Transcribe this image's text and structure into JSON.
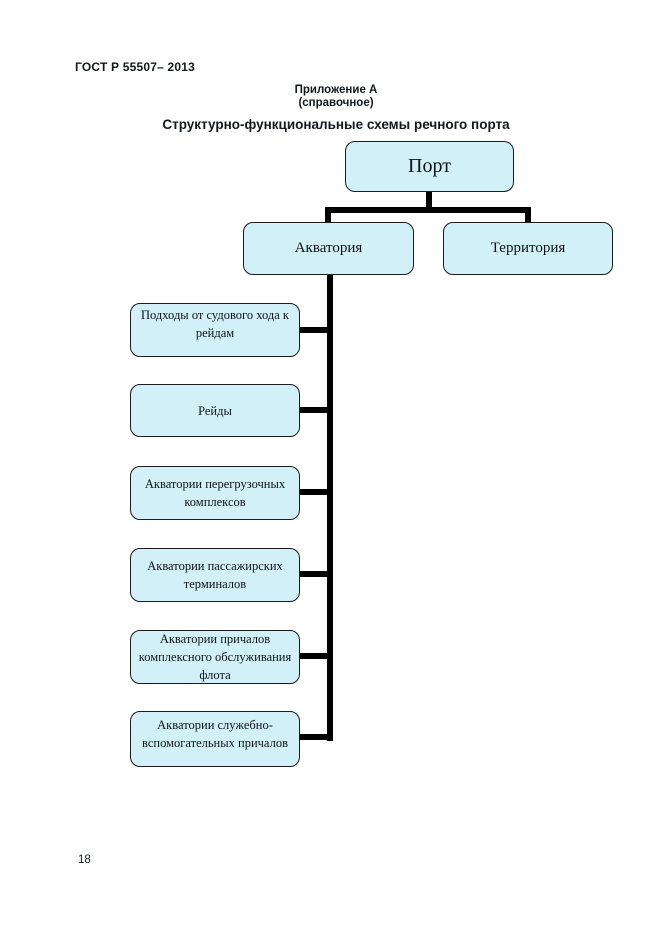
{
  "page": {
    "header": "ГОСТ Р 55507– 2013",
    "page_number": "18"
  },
  "appendix": {
    "line1": "Приложение А",
    "line2": "(справочное)",
    "title": "Структурно-функциональные схемы речного порта"
  },
  "diagram": {
    "root": {
      "label": "Порт"
    },
    "level2": [
      {
        "label": "Акватория"
      },
      {
        "label": "Территория"
      }
    ],
    "aquatoria_children": [
      {
        "label": "Подходы от судового хода к рейдам"
      },
      {
        "label": "Рейды"
      },
      {
        "label": "Акватории перегрузочных комплексов"
      },
      {
        "label": "Акватории пассажирских терминалов"
      },
      {
        "label": "Акватории причалов комплексного обслуживания флота"
      },
      {
        "label": "Акватории служебно-вспомогательных причалов"
      }
    ],
    "colors": {
      "box_fill": "#d2f0f7",
      "box_border": "#1c1c1c",
      "connector": "#000000"
    }
  }
}
